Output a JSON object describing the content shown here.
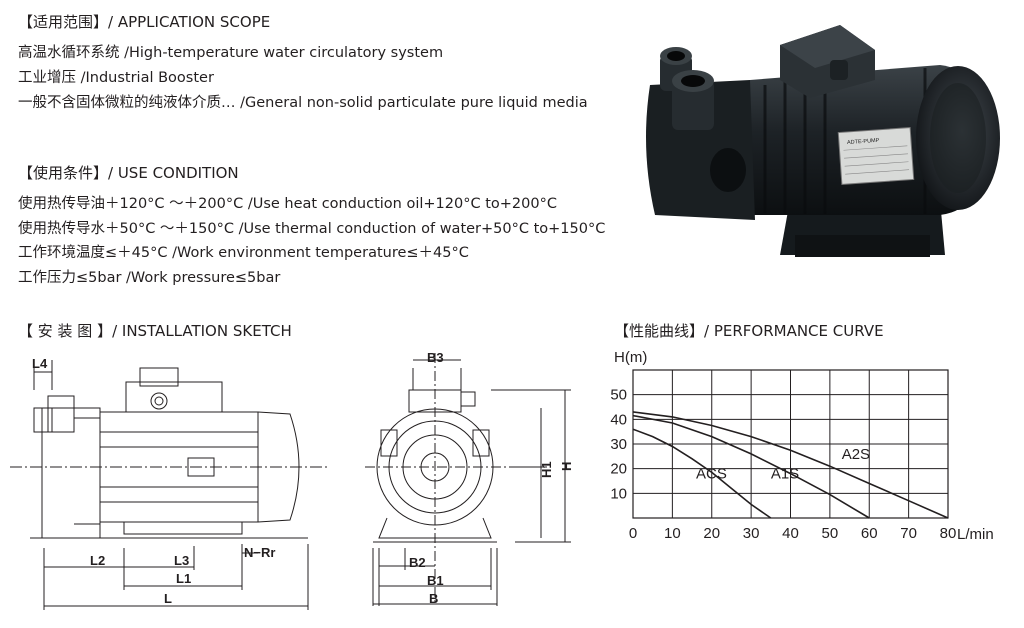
{
  "application_scope": {
    "heading": "【适用范围】/ APPLICATION SCOPE",
    "items": [
      "高温水循环系统 /High-temperature water circulatory system",
      "工业增压 /Industrial Booster",
      "一般不含固体微粒的纯液体介质… /General non-solid particulate pure liquid media"
    ]
  },
  "use_condition": {
    "heading": "【使用条件】/ USE CONDITION",
    "items": [
      "使用热传导油＋120°C ～＋200°C /Use heat conduction oil+120°C to+200°C",
      "使用热传导水＋50°C ～＋150°C /Use thermal conduction of water+50°C to+150°C",
      "工作环境温度≤＋45°C /Work environment temperature≤＋45°C",
      "工作压力≤5bar /Work pressure≤5bar"
    ]
  },
  "product_photo": {
    "nameplate_brand": "ADTE-PUMP"
  },
  "installation_sketch": {
    "heading": "【 安 装 图 】/ INSTALLATION SKETCH",
    "side_labels": {
      "L4": "L4",
      "L2": "L2",
      "L3": "L3",
      "L1": "L1",
      "L": "L",
      "NRr": "N−Rr"
    },
    "front_labels": {
      "B3": "B3",
      "H1": "H1",
      "H": "H",
      "B2": "B2",
      "B1": "B1",
      "B": "B"
    }
  },
  "performance_curve": {
    "heading": "【性能曲线】/ PERFORMANCE CURVE"
  },
  "chart_data": {
    "type": "line",
    "title": "",
    "ylabel": "H(m)",
    "xlabel": "L/min",
    "xlim": [
      0,
      80
    ],
    "ylim": [
      0,
      60
    ],
    "x_ticks": [
      0,
      10,
      20,
      30,
      40,
      50,
      60,
      70,
      80
    ],
    "y_ticks": [
      10,
      20,
      30,
      40,
      50
    ],
    "grid": true,
    "series": [
      {
        "name": "ACS",
        "x": [
          0,
          5,
          10,
          15,
          20,
          25,
          30,
          35
        ],
        "y": [
          36,
          33,
          29,
          24,
          18.5,
          12,
          5.5,
          0
        ]
      },
      {
        "name": "A1S",
        "x": [
          0,
          10,
          20,
          30,
          40,
          50,
          60
        ],
        "y": [
          41.5,
          38.5,
          33,
          26,
          18,
          9.5,
          0
        ]
      },
      {
        "name": "A2S",
        "x": [
          0,
          10,
          20,
          30,
          40,
          50,
          60,
          70,
          80
        ],
        "y": [
          43,
          41,
          37.5,
          33,
          27.5,
          21,
          14,
          7,
          0
        ]
      }
    ],
    "annotations": [
      {
        "text": "ACS",
        "x": 16,
        "y": 16
      },
      {
        "text": "A1S",
        "x": 35,
        "y": 16
      },
      {
        "text": "A2S",
        "x": 53,
        "y": 24
      }
    ]
  }
}
